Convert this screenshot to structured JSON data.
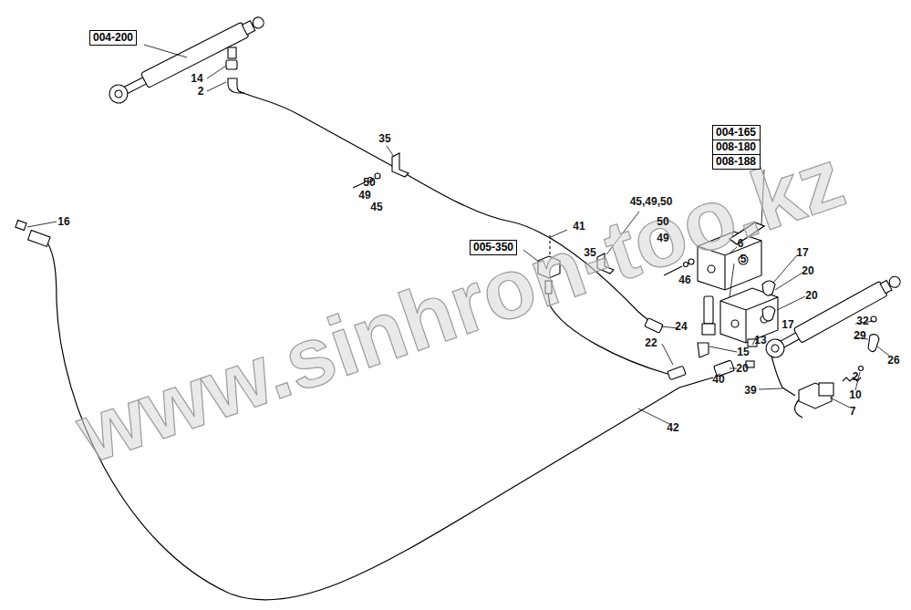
{
  "diagram": {
    "nodes": [
      {
        "text": [
          "004-200"
        ]
      },
      {
        "text": [
          "004-165"
        ]
      },
      {
        "text": [
          "008-180"
        ]
      },
      {
        "text": [
          "008-188"
        ]
      },
      {
        "text": [
          "005-350"
        ]
      }
    ],
    "labels": [
      "14",
      "2",
      "35",
      "50",
      "49",
      "45",
      "16",
      "45,49,50",
      "41",
      "50",
      "6",
      "49",
      "17",
      "35",
      "5",
      "20",
      "46",
      "20",
      "32",
      "17",
      "24",
      "29",
      "13",
      "22",
      "15",
      "26",
      "2",
      "20",
      "40",
      "39",
      "10",
      "7",
      "42",
      "www.sinhron-too.kz"
    ]
  }
}
